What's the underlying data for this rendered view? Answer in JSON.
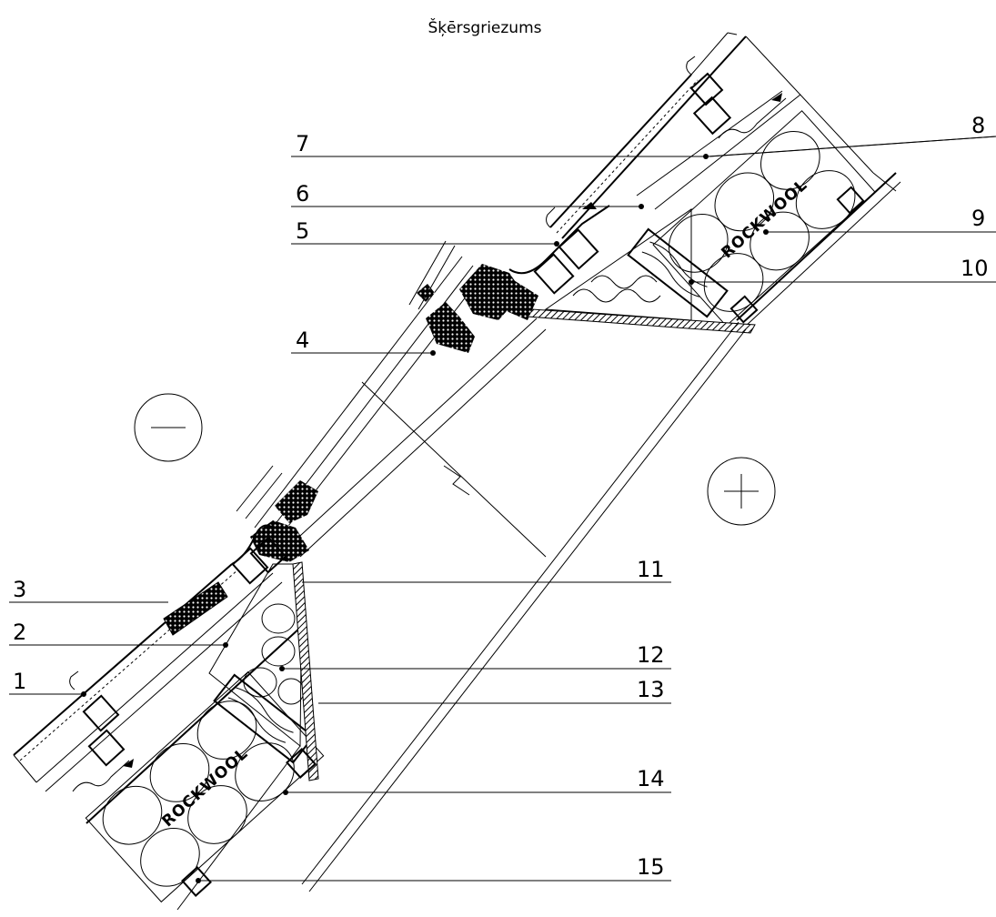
{
  "title": "Šķērsgriezums",
  "zone_symbols": {
    "left": "minus",
    "right": "plus"
  },
  "insulation_brand": "ROCKWOOL",
  "callouts_right": [
    "8",
    "9",
    "10",
    "11",
    "12",
    "13",
    "14",
    "15"
  ],
  "callouts_left": [
    "7",
    "6",
    "5",
    "4",
    "3",
    "2",
    "1"
  ],
  "colors": {
    "line": "#000000",
    "background": "#ffffff"
  }
}
